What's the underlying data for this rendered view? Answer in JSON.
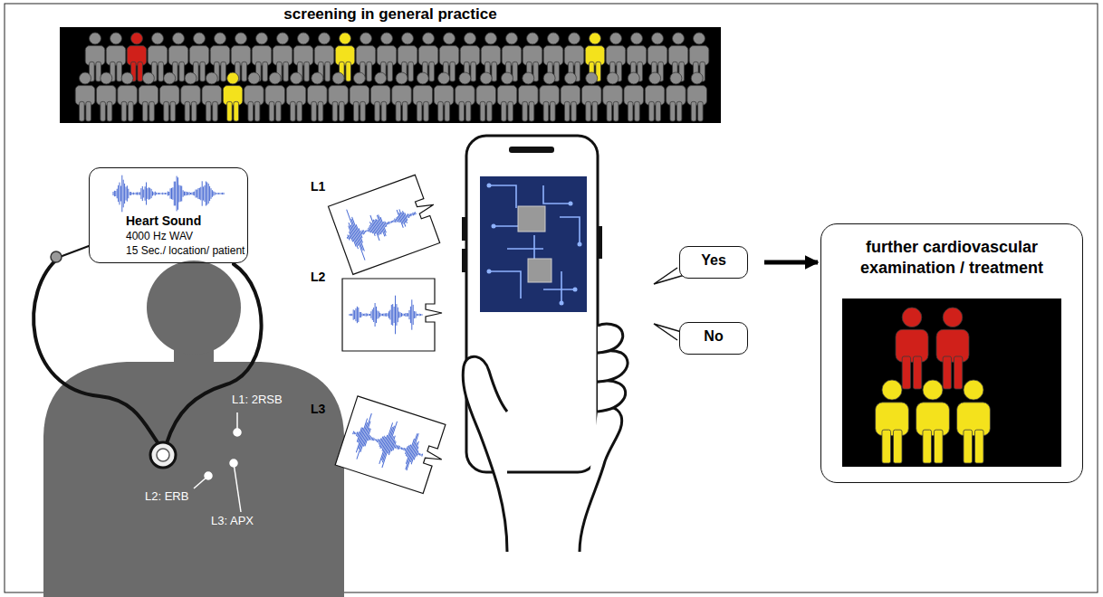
{
  "diagram": {
    "title": "screening in general practice",
    "nodes": [
      {
        "text": [
          "Heart Sound",
          "4000 Hz WAV",
          "15 Sec./ location/ patient"
        ]
      },
      {
        "text": [
          "Yes"
        ]
      },
      {
        "text": [
          "No"
        ]
      },
      {
        "text": [
          "further cardiovascular examination / treatment"
        ]
      }
    ],
    "edges": [
      {
        "from": 1,
        "to": 3,
        "arrow": "to"
      }
    ],
    "labels": [
      "L1: 2RSB",
      "L2: ERB",
      "L3: APX",
      "L1",
      "L2",
      "L3"
    ]
  }
}
